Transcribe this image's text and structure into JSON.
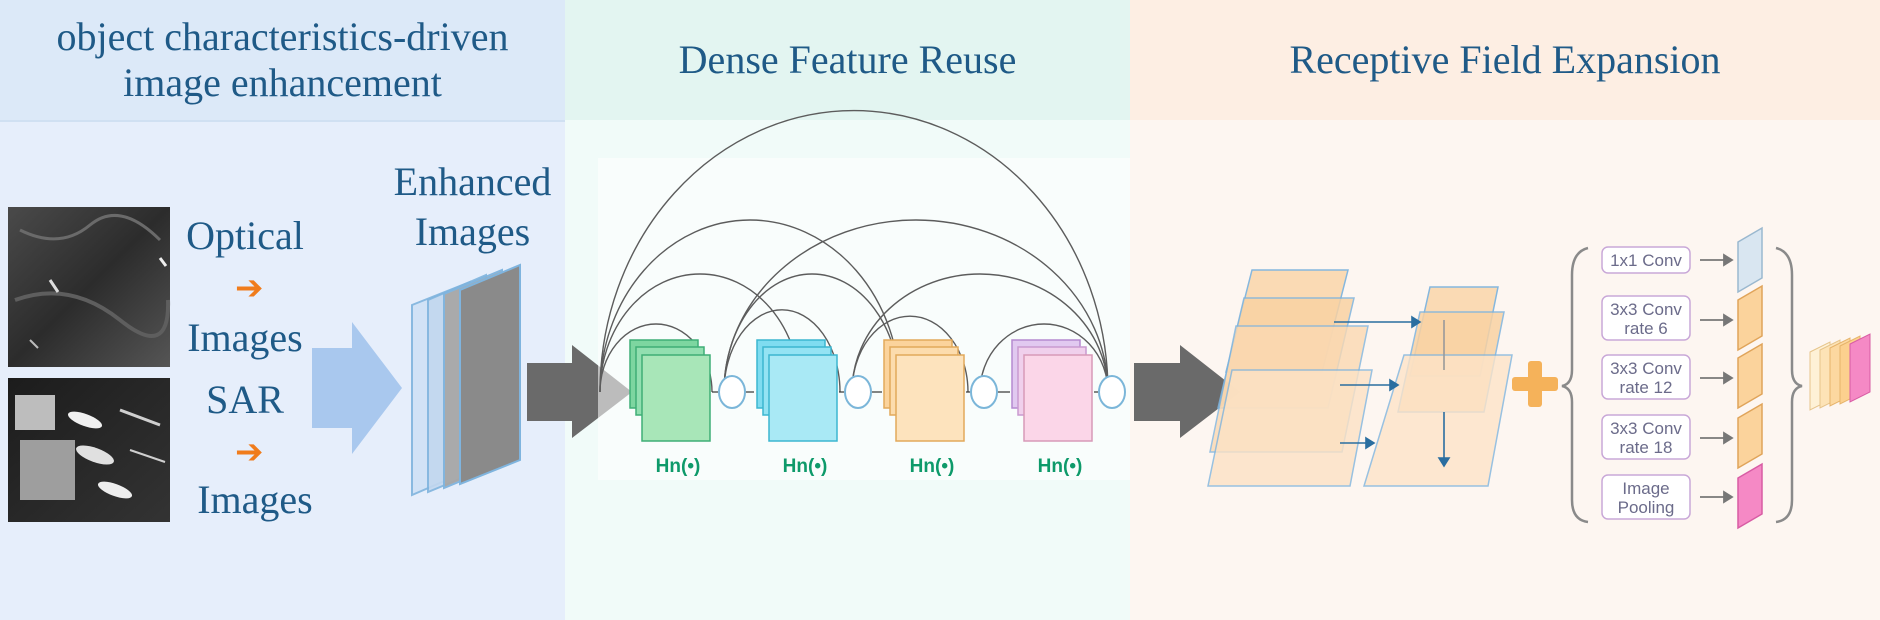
{
  "panels": {
    "enhancement": {
      "title_line1": "object characteristics-driven",
      "title_line2": "image enhancement",
      "optical_line1": "Optical",
      "optical_line2": "Images",
      "sar_line1": "SAR",
      "sar_line2": "Images",
      "enhanced_line1": "Enhanced",
      "enhanced_line2": "Images"
    },
    "dense": {
      "title": "Dense Feature Reuse",
      "block_labels": [
        "Hn(•)",
        "Hn(•)",
        "Hn(•)",
        "Hn(•)"
      ]
    },
    "receptive": {
      "title": "Receptive Field Expansion",
      "aspp_blocks": [
        {
          "line1": "1x1 Conv",
          "line2": ""
        },
        {
          "line1": "3x3 Conv",
          "line2": "rate 6"
        },
        {
          "line1": "3x3 Conv",
          "line2": "rate 12"
        },
        {
          "line1": "3x3 Conv",
          "line2": "rate 18"
        },
        {
          "line1": "Image",
          "line2": "Pooling"
        }
      ]
    }
  },
  "colors": {
    "title_text": "#1f5a87",
    "arrow_orange": "#f07c1c",
    "block_green": "#a8e6b8",
    "block_cyan": "#a9e9f5",
    "block_peach": "#fde3bd",
    "block_pink": "#fbd6e8"
  }
}
